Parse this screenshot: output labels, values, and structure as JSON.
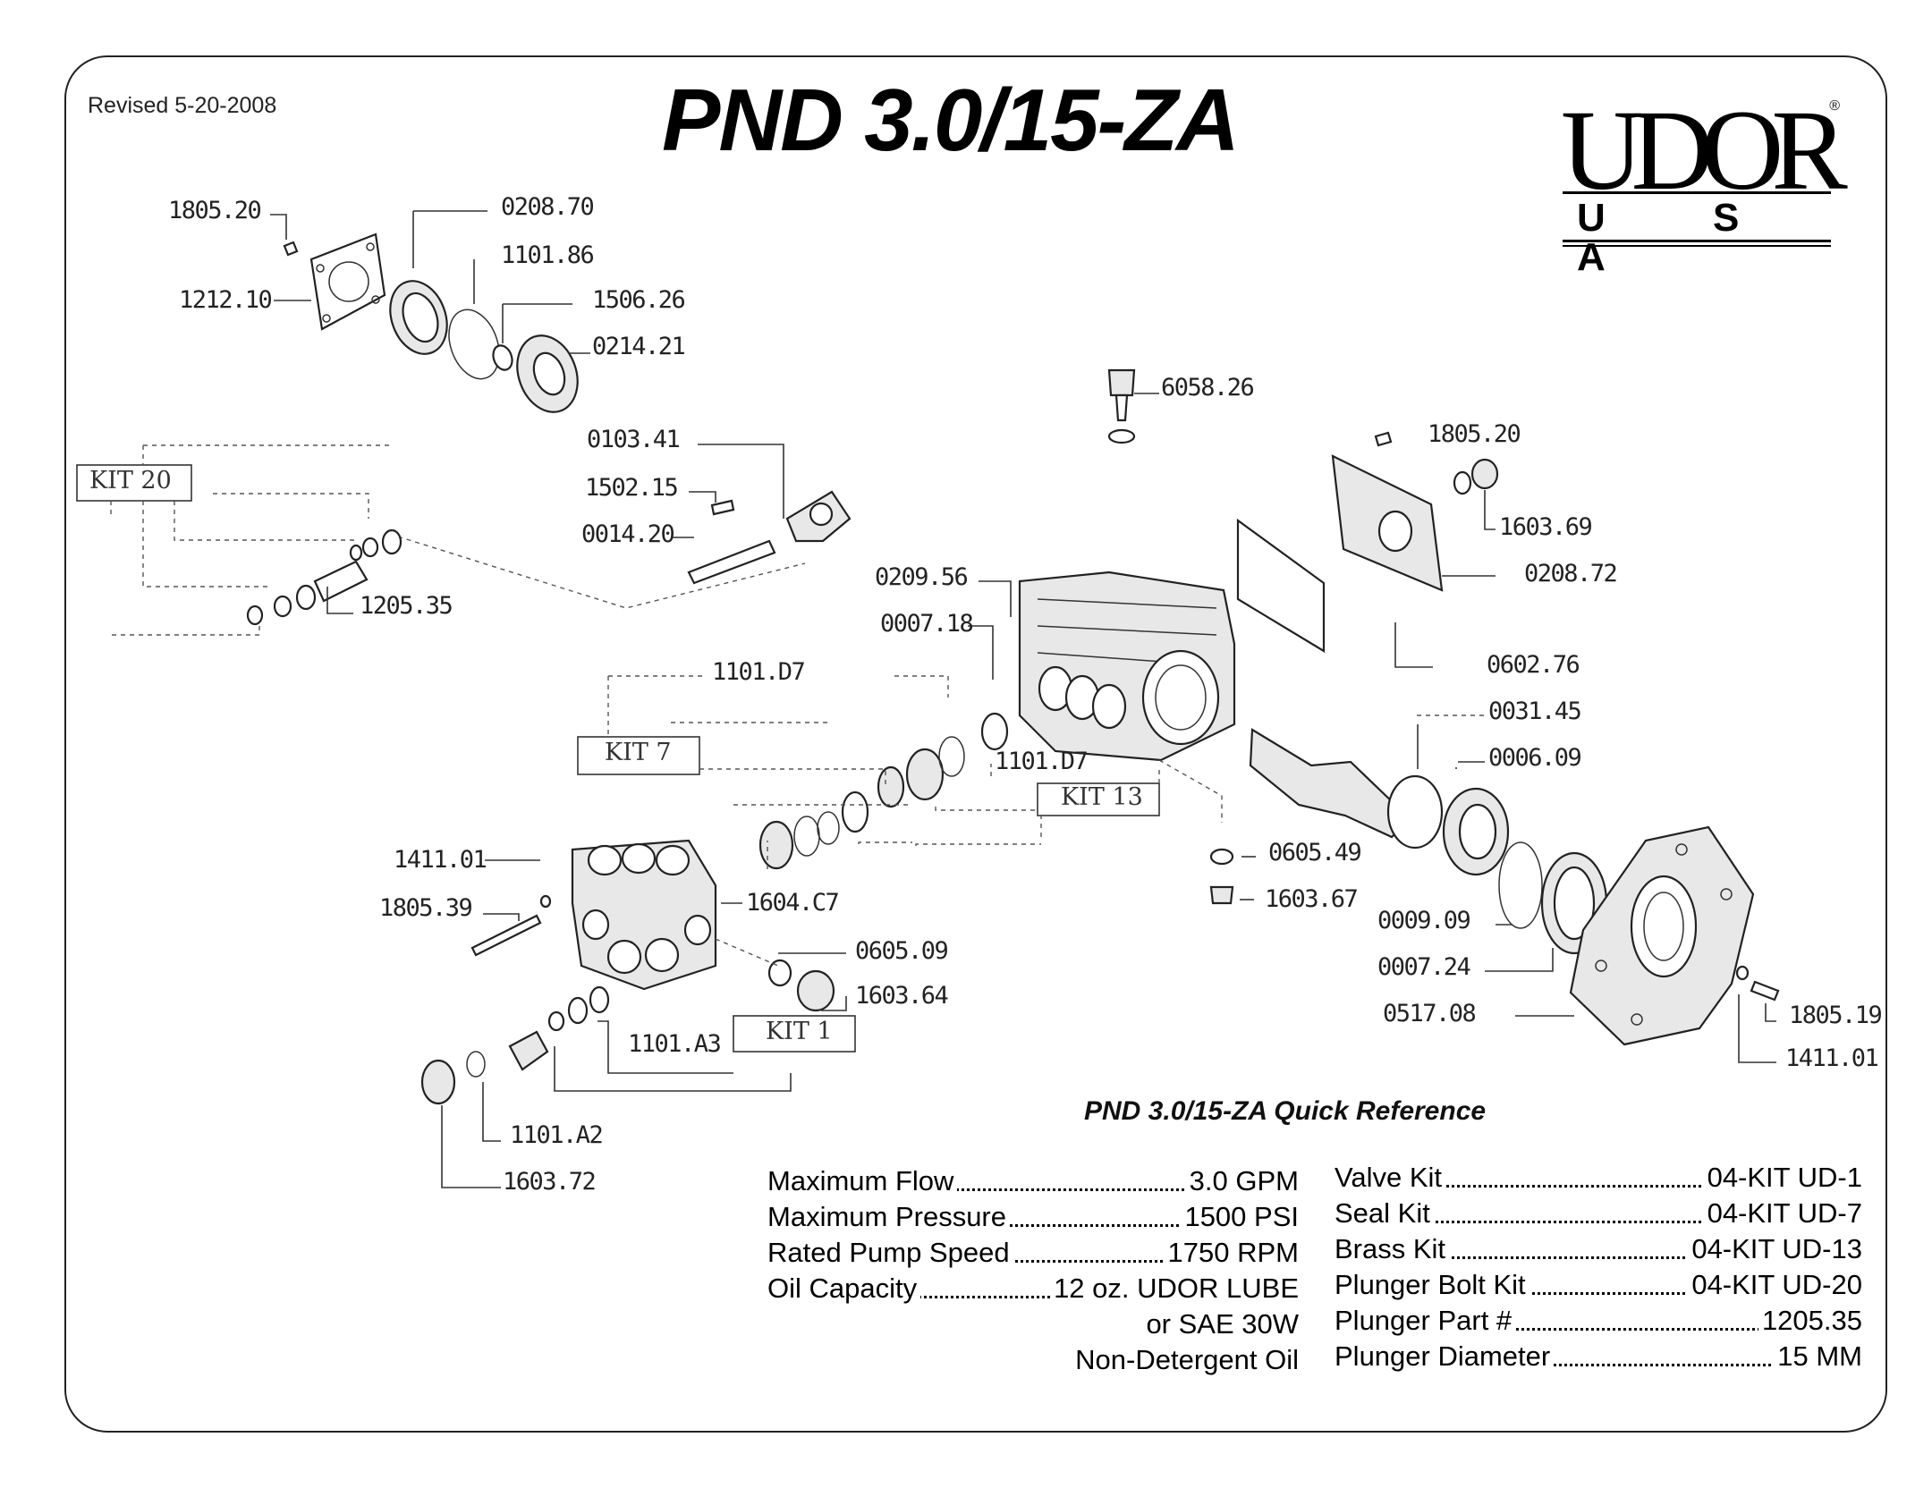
{
  "header": {
    "revised": "Revised 5-20-2008",
    "title": "PND 3.0/15-ZA"
  },
  "logo": {
    "brand": "UDOR",
    "sub": "U S A",
    "registered": "®"
  },
  "parts": {
    "p1805_20_a": "1805.20",
    "p0208_70": "0208.70",
    "p1101_86": "1101.86",
    "p1212_10": "1212.10",
    "p1506_26": "1506.26",
    "p0214_21": "0214.21",
    "p6058_26": "6058.26",
    "p0103_41": "0103.41",
    "p1502_15": "1502.15",
    "p0014_20": "0014.20",
    "p1205_35": "1205.35",
    "p1805_20_b": "1805.20",
    "p1603_69": "1603.69",
    "p0208_72": "0208.72",
    "p0209_56": "0209.56",
    "p0007_18": "0007.18",
    "p1101_D7_a": "1101.D7",
    "p1101_D7_b": "1101.D7",
    "p0602_76": "0602.76",
    "p0031_45": "0031.45",
    "p0006_09": "0006.09",
    "p0605_49": "0605.49",
    "p1603_67": "1603.67",
    "p1411_01_a": "1411.01",
    "p1805_39": "1805.39",
    "p1604_C7": "1604.C7",
    "p0605_09": "0605.09",
    "p1603_64": "1603.64",
    "p1101_A3": "1101.A3",
    "p1101_A2": "1101.A2",
    "p1603_72": "1603.72",
    "p0009_09": "0009.09",
    "p0007_24": "0007.24",
    "p0517_08": "0517.08",
    "p1805_19": "1805.19",
    "p1411_01_b": "1411.01"
  },
  "kits": {
    "kit20": "KIT 20",
    "kit7": "KIT 7",
    "kit13": "KIT 13",
    "kit1": "KIT 1"
  },
  "quick_reference": {
    "title": "PND 3.0/15-ZA  Quick Reference",
    "specs": [
      {
        "label": "Maximum Flow",
        "value": "3.0 GPM"
      },
      {
        "label": "Maximum Pressure",
        "value": "1500 PSI"
      },
      {
        "label": "Rated Pump Speed",
        "value": "1750 RPM"
      },
      {
        "label": "Oil Capacity",
        "value": "12 oz. UDOR LUBE"
      }
    ],
    "oil_line2": "or SAE 30W",
    "oil_line3": "Non-Detergent Oil",
    "kits": [
      {
        "label": "Valve Kit",
        "value": "04-KIT UD-1"
      },
      {
        "label": "Seal Kit",
        "value": "04-KIT UD-7"
      },
      {
        "label": "Brass Kit",
        "value": "04-KIT UD-13"
      },
      {
        "label": "Plunger Bolt Kit",
        "value": "04-KIT UD-20"
      },
      {
        "label": "Plunger Part #",
        "value": "1205.35"
      },
      {
        "label": "Plunger Diameter",
        "value": "15 MM"
      }
    ]
  }
}
